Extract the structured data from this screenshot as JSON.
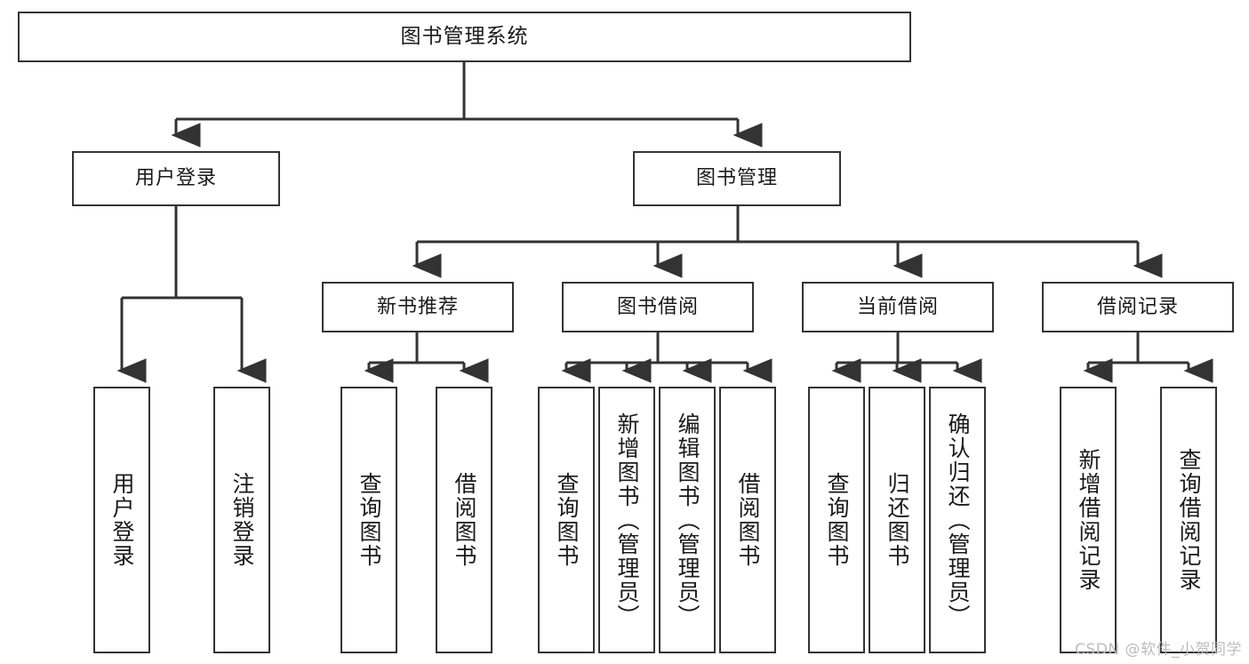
{
  "diagram": {
    "type": "tree-hierarchy-chart",
    "title_text": "图书管理系统",
    "colors": {
      "box_border": "#333333",
      "box_fill": "#ffffff",
      "connector": "#333333",
      "text": "#1a1a1a",
      "watermark": "#bdbdbd",
      "background": "#ffffff"
    },
    "root": {
      "label": "图书管理系统"
    },
    "level2": [
      {
        "label": "用户登录"
      },
      {
        "label": "图书管理"
      }
    ],
    "level3": [
      {
        "label": "新书推荐"
      },
      {
        "label": "图书借阅"
      },
      {
        "label": "当前借阅"
      },
      {
        "label": "借阅记录"
      }
    ],
    "leaves": {
      "user_login": [
        {
          "label": "用户登录"
        },
        {
          "label": "注销登录"
        }
      ],
      "new_book_recommend": [
        {
          "label": "查询图书"
        },
        {
          "label": "借阅图书"
        }
      ],
      "book_borrow": [
        {
          "label": "查询图书"
        },
        {
          "label": "新增图书（管理员）"
        },
        {
          "label": "编辑图书（管理员）"
        },
        {
          "label": "借阅图书"
        }
      ],
      "current_borrow": [
        {
          "label": "查询图书"
        },
        {
          "label": "归还图书"
        },
        {
          "label": "确认归还（管理员）"
        }
      ],
      "borrow_records": [
        {
          "label": "新增借阅记录"
        },
        {
          "label": "查询借阅记录"
        }
      ]
    }
  },
  "watermark": {
    "text": "CSDN @软件_小贺同学"
  }
}
